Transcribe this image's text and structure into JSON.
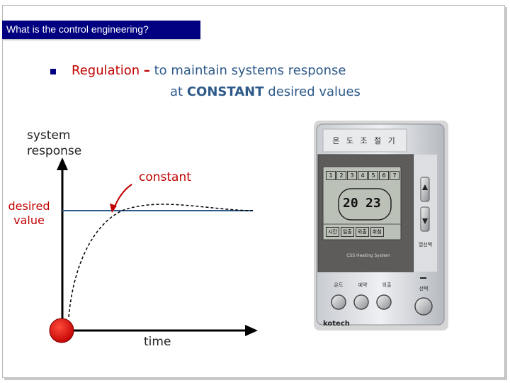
{
  "slide": {
    "title": "What is the control engineering?",
    "bullet": {
      "term": "Regulation",
      "dash": "–",
      "line1_rest": "to maintain systems response",
      "line2_prefix": "at",
      "line2_emphasis": "CONSTANT",
      "line2_suffix": "desired values"
    }
  },
  "diagram": {
    "y_axis_label_line1": "system",
    "y_axis_label_line2": "response",
    "x_axis_label": "time",
    "setpoint_label_line1": "desired",
    "setpoint_label_line2": "value",
    "annotation": "constant",
    "colors": {
      "setpoint_line": "#2e5a8a",
      "origin_dot": "#e01010",
      "annotation_arrow": "#c00000",
      "annotation_text": "#c00000"
    }
  },
  "device": {
    "header_text": "온 도 조 절 기",
    "day_buttons": [
      "1",
      "2",
      "3",
      "4",
      "5",
      "6",
      "7"
    ],
    "temp_left": "20",
    "temp_right": "23",
    "mode_labels": [
      "시간",
      "일출",
      "외출",
      "취침"
    ],
    "panel_caption": "CSS Heating System",
    "side_label": "열선택",
    "bottom_button_labels": [
      "온도",
      "예약",
      "외출"
    ],
    "side_button_label": "선택",
    "brand": "kotech"
  }
}
